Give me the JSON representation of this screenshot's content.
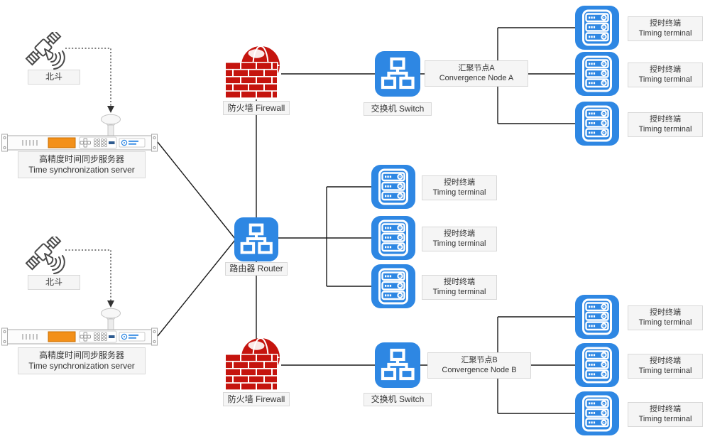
{
  "diagram": {
    "colors": {
      "device_blue": "#2E87E3",
      "firewall_red": "#C5140E",
      "line_black": "#1a1a1a",
      "dotted_gray": "#333333",
      "label_bg": "#f5f5f5",
      "label_border": "#d8d8d8",
      "label_text": "#333333",
      "screen_orange": "#F39019",
      "satellite_stroke": "#4a4a4a"
    },
    "nodes": {
      "beidou_label": "北斗",
      "time_server": {
        "zh": "高精度时间同步服务器",
        "en": "Time synchronization server"
      },
      "firewall_label": "防火墙 Firewall",
      "switch_label": "交换机 Switch",
      "router_label": "路由器 Router",
      "node_a": {
        "zh": "汇聚节点A",
        "en": "Convergence Node A"
      },
      "node_b": {
        "zh": "汇聚节点B",
        "en": "Convergence Node B"
      },
      "terminal": {
        "zh": "授时终端",
        "en": "Timing terminal"
      }
    },
    "icons": {
      "satellite": "satellite-icon",
      "gps_antenna": "gps-antenna-icon",
      "time_server_device": "rack-time-server-icon",
      "firewall": "firewall-brick-globe-icon",
      "switch": "network-switch-icon",
      "router": "network-router-icon",
      "terminal": "server-stack-icon"
    },
    "counts": {
      "satellites": 2,
      "time_servers": 2,
      "firewalls": 2,
      "switches": 2,
      "routers": 1,
      "convergence_nodes": 2,
      "timing_terminals": 9
    }
  }
}
